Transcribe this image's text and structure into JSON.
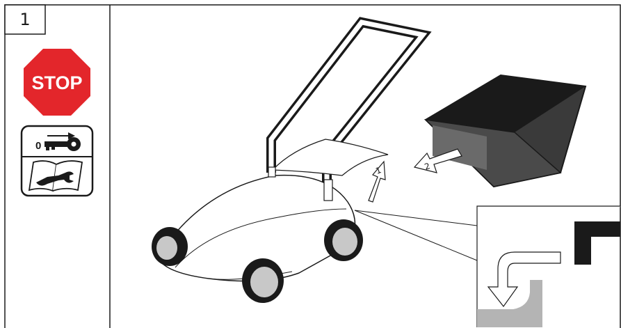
{
  "step_number": "1",
  "stop_sign": {
    "label": "STOP",
    "color": "#e3262b",
    "text_color": "#ffffff"
  },
  "key_symbol": {
    "label": "0",
    "icon": "key-off-icon"
  },
  "manual_symbol": {
    "icon": "wrench-manual-icon"
  },
  "callouts": {
    "step1": "1",
    "step2": "2"
  },
  "colors": {
    "line": "#1a1a1a",
    "wheel_hub": "#c8c8c8",
    "catcher_body": "#3a3a3a",
    "detail_gray": "#b4b4b4"
  }
}
